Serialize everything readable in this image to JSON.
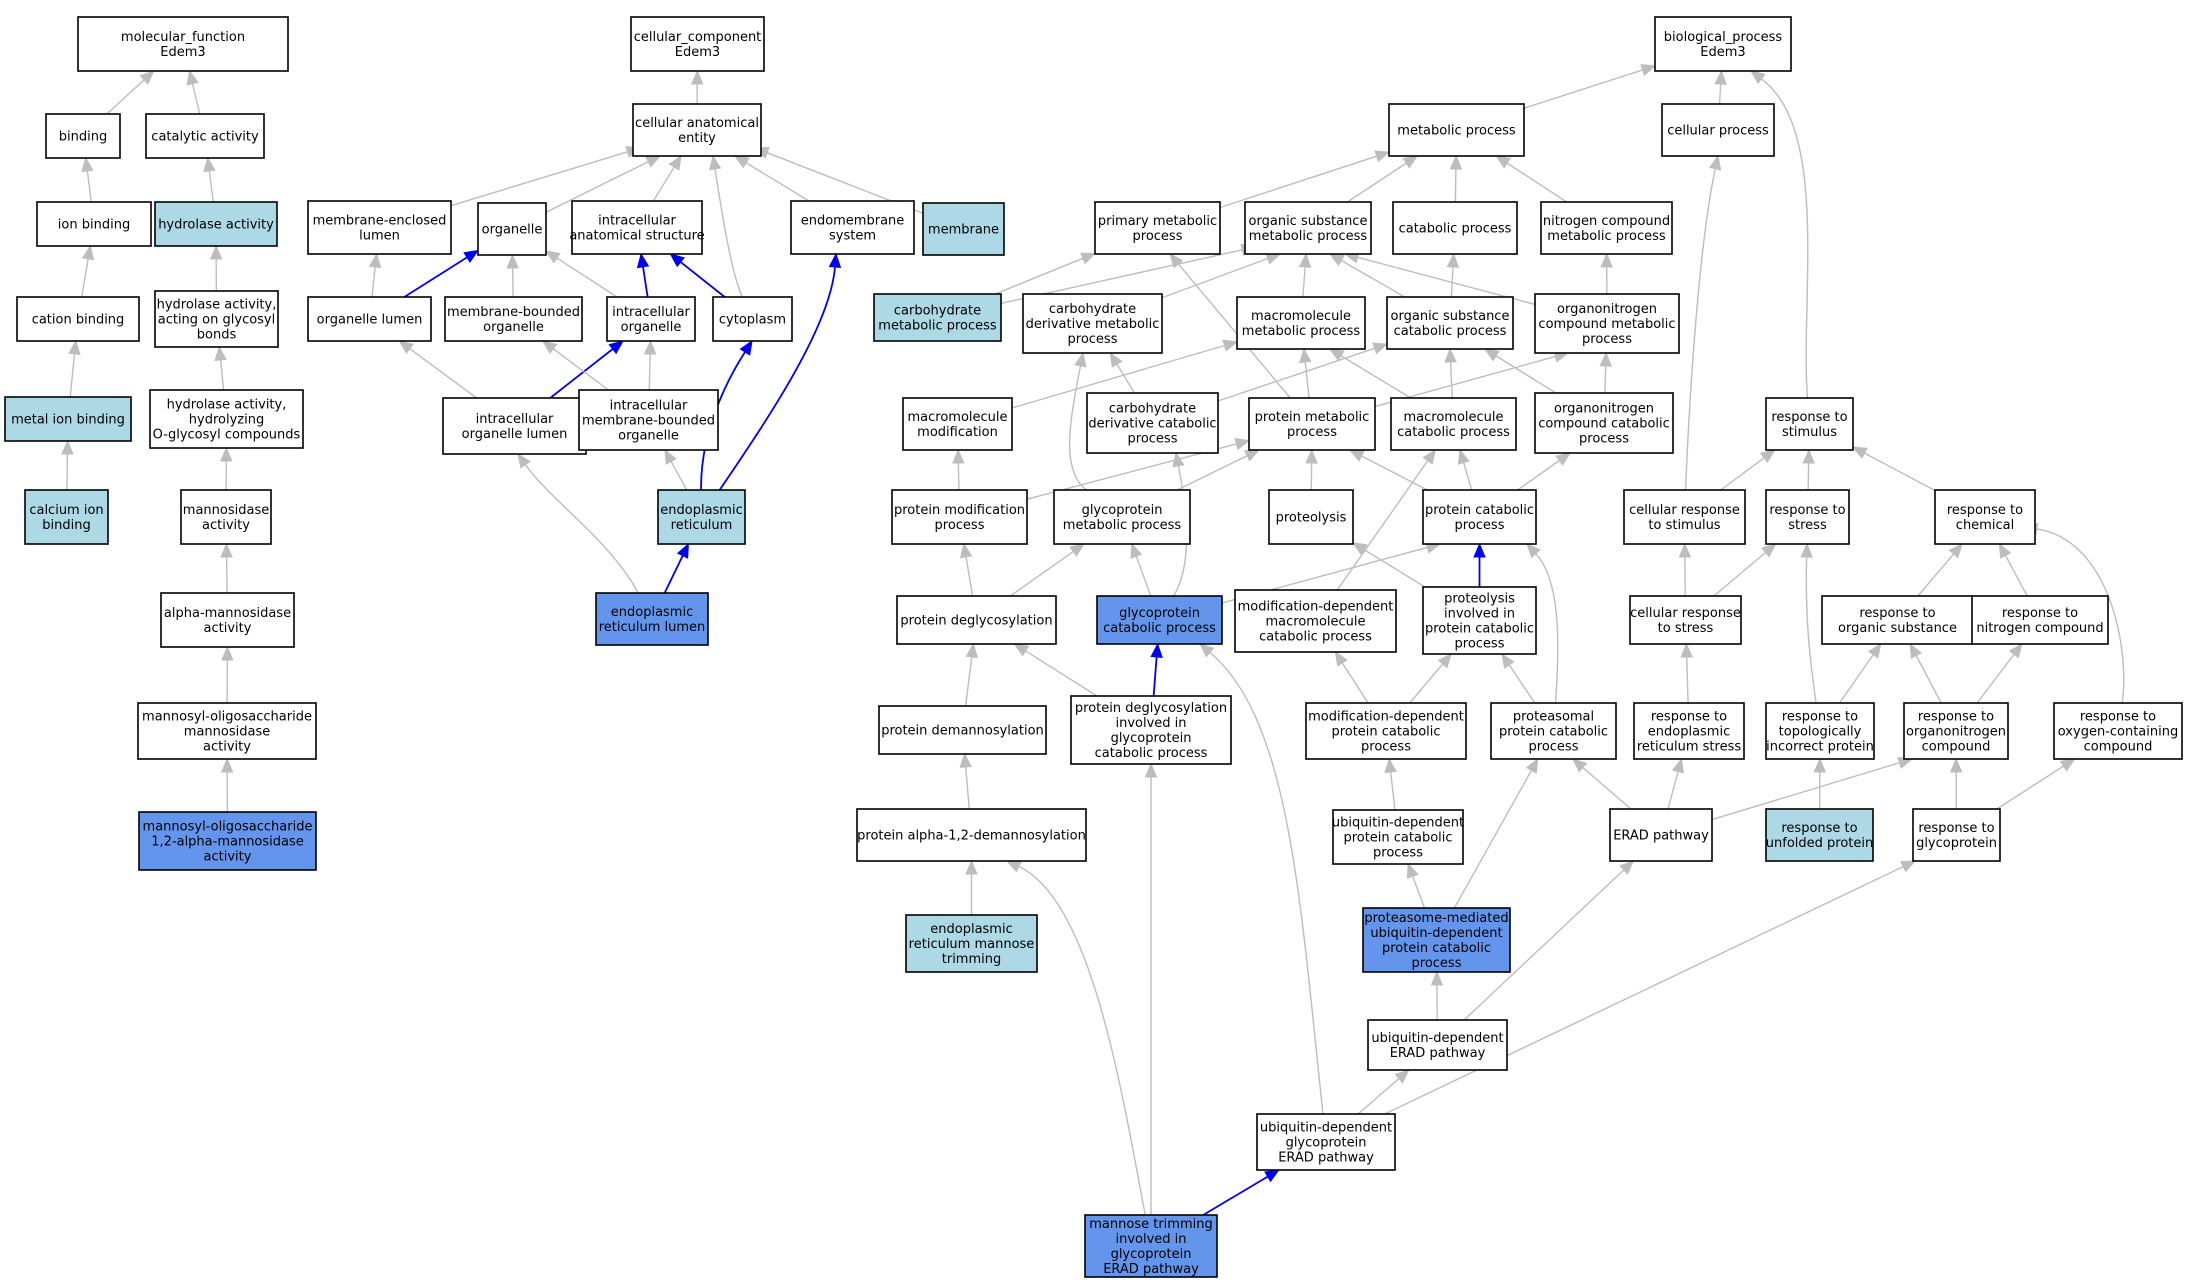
{
  "colors": {
    "plain": "#ffffff",
    "light": "#add8e6",
    "dark": "#6495ed",
    "edge_gray": "#bdbdbd",
    "edge_blue": "#0000ee"
  },
  "nodes": [
    {
      "id": "mf",
      "label": [
        "molecular_function",
        "Edem3"
      ],
      "fill": "plain"
    },
    {
      "id": "binding",
      "label": [
        "binding"
      ],
      "fill": "plain"
    },
    {
      "id": "catalytic",
      "label": [
        "catalytic activity"
      ],
      "fill": "plain"
    },
    {
      "id": "ion_binding",
      "label": [
        "ion binding"
      ],
      "fill": "plain"
    },
    {
      "id": "hydrolase",
      "label": [
        "hydrolase activity"
      ],
      "fill": "light"
    },
    {
      "id": "cation_binding",
      "label": [
        "cation binding"
      ],
      "fill": "plain"
    },
    {
      "id": "hydrolase_glycosyl",
      "label": [
        "hydrolase activity,",
        "acting on glycosyl",
        "bonds"
      ],
      "fill": "plain"
    },
    {
      "id": "metal_ion",
      "label": [
        "metal ion binding"
      ],
      "fill": "light"
    },
    {
      "id": "hydrolase_oglycosyl",
      "label": [
        "hydrolase activity,",
        "hydrolyzing",
        "O-glycosyl compounds"
      ],
      "fill": "plain"
    },
    {
      "id": "calcium",
      "label": [
        "calcium ion",
        "binding"
      ],
      "fill": "light"
    },
    {
      "id": "mannosidase",
      "label": [
        "mannosidase",
        "activity"
      ],
      "fill": "plain"
    },
    {
      "id": "alpha_mannosidase",
      "label": [
        "alpha-mannosidase",
        "activity"
      ],
      "fill": "plain"
    },
    {
      "id": "mannosyl_oligo",
      "label": [
        "mannosyl-oligosaccharide",
        "mannosidase",
        "activity"
      ],
      "fill": "plain"
    },
    {
      "id": "mannosyl_12",
      "label": [
        "mannosyl-oligosaccharide",
        "1,2-alpha-mannosidase",
        "activity"
      ],
      "fill": "dark"
    },
    {
      "id": "cc",
      "label": [
        "cellular_component",
        "Edem3"
      ],
      "fill": "plain"
    },
    {
      "id": "cae",
      "label": [
        "cellular anatomical",
        "entity"
      ],
      "fill": "plain"
    },
    {
      "id": "mem_enclosed_lumen",
      "label": [
        "membrane-enclosed",
        "lumen"
      ],
      "fill": "plain"
    },
    {
      "id": "organelle",
      "label": [
        "organelle"
      ],
      "fill": "plain"
    },
    {
      "id": "ias",
      "label": [
        "intracellular",
        "anatomical structure"
      ],
      "fill": "plain"
    },
    {
      "id": "endomembrane",
      "label": [
        "endomembrane",
        "system"
      ],
      "fill": "plain"
    },
    {
      "id": "membrane",
      "label": [
        "membrane"
      ],
      "fill": "light"
    },
    {
      "id": "organelle_lumen",
      "label": [
        "organelle lumen"
      ],
      "fill": "plain"
    },
    {
      "id": "mbo",
      "label": [
        "membrane-bounded",
        "organelle"
      ],
      "fill": "plain"
    },
    {
      "id": "intra_organelle",
      "label": [
        "intracellular",
        "organelle"
      ],
      "fill": "plain"
    },
    {
      "id": "cytoplasm",
      "label": [
        "cytoplasm"
      ],
      "fill": "plain"
    },
    {
      "id": "iol",
      "label": [
        "intracellular",
        "organelle lumen"
      ],
      "fill": "plain"
    },
    {
      "id": "imbo",
      "label": [
        "intracellular",
        "membrane-bounded",
        "organelle"
      ],
      "fill": "plain"
    },
    {
      "id": "er",
      "label": [
        "endoplasmic",
        "reticulum"
      ],
      "fill": "light"
    },
    {
      "id": "er_lumen",
      "label": [
        "endoplasmic",
        "reticulum lumen"
      ],
      "fill": "dark"
    },
    {
      "id": "bp",
      "label": [
        "biological_process",
        "Edem3"
      ],
      "fill": "plain"
    },
    {
      "id": "metabolic",
      "label": [
        "metabolic process"
      ],
      "fill": "plain"
    },
    {
      "id": "cellular_process",
      "label": [
        "cellular process"
      ],
      "fill": "plain"
    },
    {
      "id": "primary_met",
      "label": [
        "primary metabolic",
        "process"
      ],
      "fill": "plain"
    },
    {
      "id": "org_sub_met",
      "label": [
        "organic substance",
        "metabolic process"
      ],
      "fill": "plain"
    },
    {
      "id": "catabolic",
      "label": [
        "catabolic process"
      ],
      "fill": "plain"
    },
    {
      "id": "nitrogen_met",
      "label": [
        "nitrogen compound",
        "metabolic process"
      ],
      "fill": "plain"
    },
    {
      "id": "carb_met",
      "label": [
        "carbohydrate",
        "metabolic process"
      ],
      "fill": "light"
    },
    {
      "id": "carb_deriv_met",
      "label": [
        "carbohydrate",
        "derivative metabolic",
        "process"
      ],
      "fill": "plain"
    },
    {
      "id": "macro_met",
      "label": [
        "macromolecule",
        "metabolic process"
      ],
      "fill": "plain"
    },
    {
      "id": "org_sub_cat",
      "label": [
        "organic substance",
        "catabolic process"
      ],
      "fill": "plain"
    },
    {
      "id": "organonitro_met",
      "label": [
        "organonitrogen",
        "compound metabolic",
        "process"
      ],
      "fill": "plain"
    },
    {
      "id": "macro_mod",
      "label": [
        "macromolecule",
        "modification"
      ],
      "fill": "plain"
    },
    {
      "id": "carb_deriv_cat",
      "label": [
        "carbohydrate",
        "derivative catabolic",
        "process"
      ],
      "fill": "plain"
    },
    {
      "id": "protein_met",
      "label": [
        "protein metabolic",
        "process"
      ],
      "fill": "plain"
    },
    {
      "id": "macro_cat",
      "label": [
        "macromolecule",
        "catabolic process"
      ],
      "fill": "plain"
    },
    {
      "id": "organonitro_cat",
      "label": [
        "organonitrogen",
        "compound catabolic",
        "process"
      ],
      "fill": "plain"
    },
    {
      "id": "response_stimulus",
      "label": [
        "response to",
        "stimulus"
      ],
      "fill": "plain"
    },
    {
      "id": "protein_mod",
      "label": [
        "protein modification",
        "process"
      ],
      "fill": "plain"
    },
    {
      "id": "glycoprotein_met",
      "label": [
        "glycoprotein",
        "metabolic process"
      ],
      "fill": "plain"
    },
    {
      "id": "proteolysis",
      "label": [
        "proteolysis"
      ],
      "fill": "plain"
    },
    {
      "id": "protein_cat",
      "label": [
        "protein catabolic",
        "process"
      ],
      "fill": "plain"
    },
    {
      "id": "cell_resp_stimulus",
      "label": [
        "cellular response",
        "to stimulus"
      ],
      "fill": "plain"
    },
    {
      "id": "resp_stress",
      "label": [
        "response to",
        "stress"
      ],
      "fill": "plain"
    },
    {
      "id": "resp_chemical",
      "label": [
        "response to",
        "chemical"
      ],
      "fill": "plain"
    },
    {
      "id": "protein_deglyc",
      "label": [
        "protein deglycosylation"
      ],
      "fill": "plain"
    },
    {
      "id": "glycoprotein_cat",
      "label": [
        "glycoprotein",
        "catabolic process"
      ],
      "fill": "dark"
    },
    {
      "id": "mod_dep_macro_cat",
      "label": [
        "modification-dependent",
        "macromolecule",
        "catabolic process"
      ],
      "fill": "plain"
    },
    {
      "id": "proteolysis_cat",
      "label": [
        "proteolysis",
        "involved in",
        "protein catabolic",
        "process"
      ],
      "fill": "plain"
    },
    {
      "id": "cell_resp_stress",
      "label": [
        "cellular response",
        "to stress"
      ],
      "fill": "plain"
    },
    {
      "id": "resp_org_sub",
      "label": [
        "response to",
        "organic substance"
      ],
      "fill": "plain"
    },
    {
      "id": "resp_nitrogen",
      "label": [
        "response to",
        "nitrogen compound"
      ],
      "fill": "plain"
    },
    {
      "id": "protein_demann",
      "label": [
        "protein demannosylation"
      ],
      "fill": "plain"
    },
    {
      "id": "deglyc_glycoprot_cat",
      "label": [
        "protein deglycosylation",
        "involved in",
        "glycoprotein",
        "catabolic process"
      ],
      "fill": "plain"
    },
    {
      "id": "mod_dep_protein_cat",
      "label": [
        "modification-dependent",
        "protein catabolic",
        "process"
      ],
      "fill": "plain"
    },
    {
      "id": "proteasomal",
      "label": [
        "proteasomal",
        "protein catabolic",
        "process"
      ],
      "fill": "plain"
    },
    {
      "id": "resp_er_stress",
      "label": [
        "response to",
        "endoplasmic",
        "reticulum stress"
      ],
      "fill": "plain"
    },
    {
      "id": "resp_topo",
      "label": [
        "response to",
        "topologically",
        "incorrect protein"
      ],
      "fill": "plain"
    },
    {
      "id": "resp_organonitro",
      "label": [
        "response to",
        "organonitrogen",
        "compound"
      ],
      "fill": "plain"
    },
    {
      "id": "resp_oxygen",
      "label": [
        "response to",
        "oxygen-containing",
        "compound"
      ],
      "fill": "plain"
    },
    {
      "id": "alpha12_demann",
      "label": [
        "protein alpha-1,2-demannosylation"
      ],
      "fill": "plain"
    },
    {
      "id": "ub_dep_protein_cat",
      "label": [
        "ubiquitin-dependent",
        "protein catabolic",
        "process"
      ],
      "fill": "plain"
    },
    {
      "id": "erad",
      "label": [
        "ERAD pathway"
      ],
      "fill": "plain"
    },
    {
      "id": "resp_unfolded",
      "label": [
        "response to",
        "unfolded protein"
      ],
      "fill": "light"
    },
    {
      "id": "resp_glycoprotein",
      "label": [
        "response to",
        "glycoprotein"
      ],
      "fill": "plain"
    },
    {
      "id": "er_mannose_trim",
      "label": [
        "endoplasmic",
        "reticulum mannose",
        "trimming"
      ],
      "fill": "light"
    },
    {
      "id": "proteasome_mediated",
      "label": [
        "proteasome-mediated",
        "ubiquitin-dependent",
        "protein catabolic",
        "process"
      ],
      "fill": "dark"
    },
    {
      "id": "ub_dep_erad",
      "label": [
        "ubiquitin-dependent",
        "ERAD pathway"
      ],
      "fill": "plain"
    },
    {
      "id": "ub_dep_glyco_erad",
      "label": [
        "ubiquitin-dependent",
        "glycoprotein",
        "ERAD pathway"
      ],
      "fill": "plain"
    },
    {
      "id": "mannose_trim_erad",
      "label": [
        "mannose trimming",
        "involved in",
        "glycoprotein",
        "ERAD pathway"
      ],
      "fill": "dark"
    }
  ],
  "edges": [
    {
      "from": "binding",
      "to": "mf"
    },
    {
      "from": "catalytic",
      "to": "mf"
    },
    {
      "from": "ion_binding",
      "to": "binding"
    },
    {
      "from": "hydrolase",
      "to": "catalytic"
    },
    {
      "from": "cation_binding",
      "to": "ion_binding"
    },
    {
      "from": "hydrolase_glycosyl",
      "to": "hydrolase"
    },
    {
      "from": "metal_ion",
      "to": "cation_binding"
    },
    {
      "from": "hydrolase_oglycosyl",
      "to": "hydrolase_glycosyl"
    },
    {
      "from": "calcium",
      "to": "metal_ion"
    },
    {
      "from": "mannosidase",
      "to": "hydrolase_oglycosyl"
    },
    {
      "from": "alpha_mannosidase",
      "to": "mannosidase"
    },
    {
      "from": "mannosyl_oligo",
      "to": "alpha_mannosidase"
    },
    {
      "from": "mannosyl_12",
      "to": "mannosyl_oligo"
    },
    {
      "from": "cae",
      "to": "cc"
    },
    {
      "from": "mem_enclosed_lumen",
      "to": "cae"
    },
    {
      "from": "organelle",
      "to": "cae"
    },
    {
      "from": "ias",
      "to": "cae"
    },
    {
      "from": "endomembrane",
      "to": "cae"
    },
    {
      "from": "membrane",
      "to": "cae"
    },
    {
      "from": "cytoplasm",
      "to": "cae"
    },
    {
      "from": "organelle_lumen",
      "to": "mem_enclosed_lumen"
    },
    {
      "from": "organelle_lumen",
      "to": "organelle",
      "color": "blue"
    },
    {
      "from": "mbo",
      "to": "organelle"
    },
    {
      "from": "intra_organelle",
      "to": "organelle"
    },
    {
      "from": "intra_organelle",
      "to": "ias",
      "color": "blue"
    },
    {
      "from": "cytoplasm",
      "to": "ias",
      "color": "blue"
    },
    {
      "from": "iol",
      "to": "organelle_lumen"
    },
    {
      "from": "iol",
      "to": "intra_organelle",
      "color": "blue"
    },
    {
      "from": "imbo",
      "to": "mbo"
    },
    {
      "from": "imbo",
      "to": "intra_organelle"
    },
    {
      "from": "er",
      "to": "imbo"
    },
    {
      "from": "er",
      "to": "cytoplasm",
      "color": "blue"
    },
    {
      "from": "er",
      "to": "endomembrane",
      "color": "blue"
    },
    {
      "from": "er_lumen",
      "to": "iol"
    },
    {
      "from": "er_lumen",
      "to": "er",
      "color": "blue"
    },
    {
      "from": "metabolic",
      "to": "bp"
    },
    {
      "from": "cellular_process",
      "to": "bp"
    },
    {
      "from": "response_stimulus",
      "to": "bp"
    },
    {
      "from": "primary_met",
      "to": "metabolic"
    },
    {
      "from": "org_sub_met",
      "to": "metabolic"
    },
    {
      "from": "catabolic",
      "to": "metabolic"
    },
    {
      "from": "nitrogen_met",
      "to": "metabolic"
    },
    {
      "from": "carb_met",
      "to": "primary_met"
    },
    {
      "from": "carb_met",
      "to": "org_sub_met"
    },
    {
      "from": "carb_deriv_met",
      "to": "org_sub_met"
    },
    {
      "from": "macro_met",
      "to": "org_sub_met"
    },
    {
      "from": "org_sub_cat",
      "to": "org_sub_met"
    },
    {
      "from": "org_sub_cat",
      "to": "catabolic"
    },
    {
      "from": "organonitro_met",
      "to": "org_sub_met"
    },
    {
      "from": "organonitro_met",
      "to": "nitrogen_met"
    },
    {
      "from": "macro_mod",
      "to": "macro_met"
    },
    {
      "from": "carb_deriv_cat",
      "to": "carb_deriv_met"
    },
    {
      "from": "carb_deriv_cat",
      "to": "org_sub_cat"
    },
    {
      "from": "protein_met",
      "to": "primary_met"
    },
    {
      "from": "protein_met",
      "to": "macro_met"
    },
    {
      "from": "protein_met",
      "to": "organonitro_met"
    },
    {
      "from": "macro_cat",
      "to": "macro_met"
    },
    {
      "from": "macro_cat",
      "to": "org_sub_cat"
    },
    {
      "from": "organonitro_cat",
      "to": "org_sub_cat"
    },
    {
      "from": "organonitro_cat",
      "to": "organonitro_met"
    },
    {
      "from": "protein_mod",
      "to": "macro_mod"
    },
    {
      "from": "protein_mod",
      "to": "protein_met"
    },
    {
      "from": "glycoprotein_met",
      "to": "carb_deriv_met"
    },
    {
      "from": "glycoprotein_met",
      "to": "protein_met"
    },
    {
      "from": "proteolysis",
      "to": "protein_met"
    },
    {
      "from": "protein_cat",
      "to": "protein_met"
    },
    {
      "from": "protein_cat",
      "to": "macro_cat"
    },
    {
      "from": "protein_cat",
      "to": "organonitro_cat"
    },
    {
      "from": "protein_deglyc",
      "to": "protein_mod"
    },
    {
      "from": "protein_deglyc",
      "to": "glycoprotein_met"
    },
    {
      "from": "glycoprotein_cat",
      "to": "carb_deriv_cat"
    },
    {
      "from": "glycoprotein_cat",
      "to": "glycoprotein_met"
    },
    {
      "from": "glycoprotein_cat",
      "to": "protein_cat"
    },
    {
      "from": "mod_dep_macro_cat",
      "to": "macro_cat"
    },
    {
      "from": "proteolysis_cat",
      "to": "proteolysis"
    },
    {
      "from": "proteolysis_cat",
      "to": "protein_cat",
      "color": "blue"
    },
    {
      "from": "protein_demann",
      "to": "protein_deglyc"
    },
    {
      "from": "deglyc_glycoprot_cat",
      "to": "protein_deglyc"
    },
    {
      "from": "deglyc_glycoprot_cat",
      "to": "glycoprotein_cat",
      "color": "blue"
    },
    {
      "from": "mod_dep_protein_cat",
      "to": "mod_dep_macro_cat"
    },
    {
      "from": "mod_dep_protein_cat",
      "to": "proteolysis_cat"
    },
    {
      "from": "proteasomal",
      "to": "proteolysis_cat"
    },
    {
      "from": "proteasomal",
      "to": "protein_cat"
    },
    {
      "from": "alpha12_demann",
      "to": "protein_demann"
    },
    {
      "from": "ub_dep_protein_cat",
      "to": "mod_dep_protein_cat"
    },
    {
      "from": "er_mannose_trim",
      "to": "alpha12_demann"
    },
    {
      "from": "proteasome_mediated",
      "to": "ub_dep_protein_cat"
    },
    {
      "from": "proteasome_mediated",
      "to": "proteasomal"
    },
    {
      "from": "ub_dep_erad",
      "to": "proteasome_mediated"
    },
    {
      "from": "ub_dep_erad",
      "to": "erad"
    },
    {
      "from": "ub_dep_glyco_erad",
      "to": "ub_dep_erad"
    },
    {
      "from": "ub_dep_glyco_erad",
      "to": "resp_glycoprotein"
    },
    {
      "from": "ub_dep_glyco_erad",
      "to": "glycoprotein_cat"
    },
    {
      "from": "mannose_trim_erad",
      "to": "deglyc_glycoprot_cat"
    },
    {
      "from": "mannose_trim_erad",
      "to": "alpha12_demann"
    },
    {
      "from": "mannose_trim_erad",
      "to": "ub_dep_glyco_erad",
      "color": "blue"
    },
    {
      "from": "cell_resp_stimulus",
      "to": "cellular_process"
    },
    {
      "from": "cell_resp_stimulus",
      "to": "response_stimulus"
    },
    {
      "from": "resp_stress",
      "to": "response_stimulus"
    },
    {
      "from": "resp_chemical",
      "to": "response_stimulus"
    },
    {
      "from": "cell_resp_stress",
      "to": "cell_resp_stimulus"
    },
    {
      "from": "cell_resp_stress",
      "to": "resp_stress"
    },
    {
      "from": "resp_org_sub",
      "to": "resp_chemical"
    },
    {
      "from": "resp_nitrogen",
      "to": "resp_chemical"
    },
    {
      "from": "resp_er_stress",
      "to": "cell_resp_stress"
    },
    {
      "from": "resp_topo",
      "to": "resp_stress"
    },
    {
      "from": "resp_topo",
      "to": "resp_org_sub"
    },
    {
      "from": "resp_organonitro",
      "to": "resp_org_sub"
    },
    {
      "from": "resp_organonitro",
      "to": "resp_nitrogen"
    },
    {
      "from": "resp_oxygen",
      "to": "resp_chemical"
    },
    {
      "from": "erad",
      "to": "resp_er_stress"
    },
    {
      "from": "erad",
      "to": "proteasomal"
    },
    {
      "from": "erad",
      "to": "resp_organonitro"
    },
    {
      "from": "resp_unfolded",
      "to": "resp_topo"
    },
    {
      "from": "resp_glycoprotein",
      "to": "resp_organonitro"
    },
    {
      "from": "resp_glycoprotein",
      "to": "resp_oxygen"
    }
  ]
}
